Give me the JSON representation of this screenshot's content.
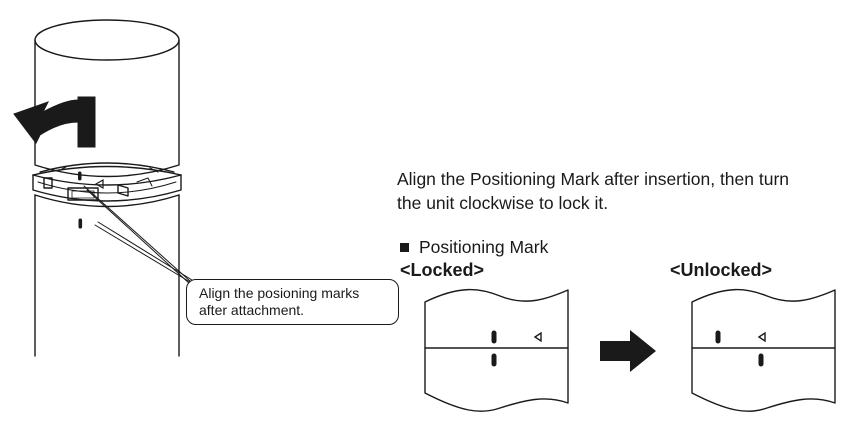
{
  "instruction": {
    "line1": "Align the Positioning Mark after insertion, then turn",
    "line2": "the unit clockwise to lock it."
  },
  "positioning_mark": {
    "label": "Positioning Mark",
    "locked_title": "<Locked>",
    "unlocked_title": "<Unlocked>"
  },
  "callout": {
    "line1": "Align the posioning marks",
    "line2": "after attachment."
  },
  "icons": [
    "curved-arrow-icon",
    "right-arrow-icon",
    "triangle-mark-icon"
  ],
  "colors": {
    "ink": "#1a1a1a",
    "background": "#ffffff"
  }
}
